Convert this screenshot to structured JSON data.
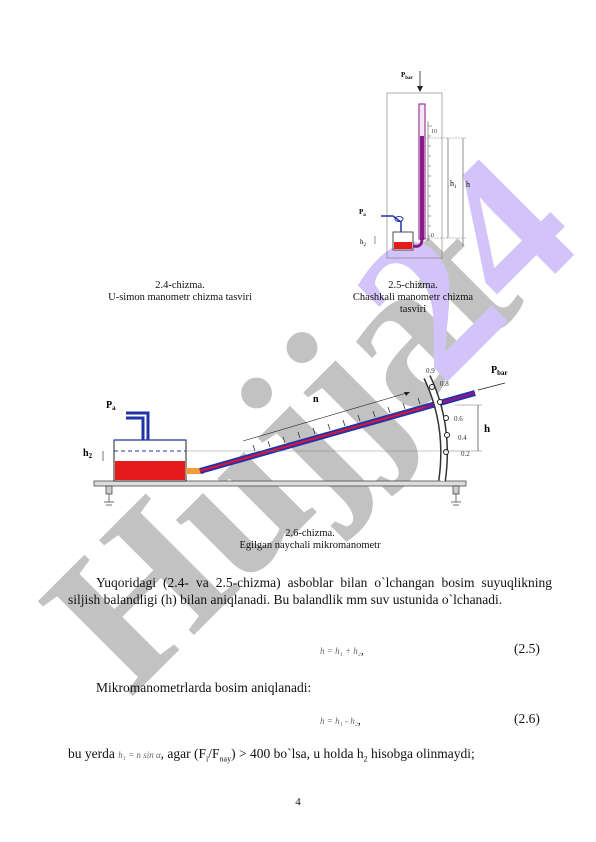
{
  "figures": {
    "fig24": {
      "caption_line1": "2.4-chizma.",
      "caption_line2": "U-simon manometr chizma tasviri"
    },
    "fig25": {
      "caption_line1": "2.5-chizma.",
      "caption_line2": "Chashkali manometr chizma",
      "caption_line3": "tasviri",
      "label_pbar": "P",
      "label_pbar_sub": "bar",
      "label_pa": "P",
      "label_pa_sub": "a",
      "label_h1": "h",
      "label_h1_sub": "1",
      "label_h": "h",
      "label_h2": "h",
      "label_h2_sub": "2",
      "scale_top": "10",
      "scale_bottom": "0"
    },
    "fig26": {
      "caption_line1": "2.6-chizma.",
      "caption_line2": "Egilgan naychali mikromanometr",
      "label_pa": "P",
      "label_pa_sub": "a",
      "label_pbar": "P",
      "label_pbar_sub": "bar",
      "label_n": "n",
      "label_h": "h",
      "label_h2": "h",
      "label_h2_sub": "2",
      "arc_ticks": [
        "0.9",
        "0.8",
        "0.6",
        "0.4",
        "0.2"
      ]
    }
  },
  "text": {
    "para1": "Yuqoridagi (2.4- va 2.5-chizma) asboblar bilan o`lchangan bosim suyuqlikning siljish balandligi (h) bilan aniqlanadi. Bu balandlik mm suv ustunida o`lchanadi.",
    "eq1": "h = h₁ + h₂",
    "eq1_tail": ",",
    "eq1_num": "(2.5)",
    "para2": "Mikromanometrlarda bosim aniqlanadi:",
    "eq2": "h = h₁ - h₂",
    "eq2_tail": ",",
    "eq2_num": "(2.6)",
    "para3_a": "bu yerda",
    "para3_formula": "h₁ = n sin α",
    "para3_b": ", agar (F",
    "para3_sub1": "i",
    "para3_c": "/F",
    "para3_sub2": "nay",
    "para3_d": ") > 400 bo`lsa, u holda h",
    "para3_sub3": "2",
    "para3_e": " hisobga olinmaydi;"
  },
  "page_number": "4",
  "watermark": "Hujjat24",
  "colors": {
    "watermark_purple": "#c9b8f7",
    "watermark_gray": "#b9b9b9",
    "liquid_red": "#e51a1a",
    "tube_purple": "#8a1a8a",
    "tube_blue": "#2233aa"
  }
}
